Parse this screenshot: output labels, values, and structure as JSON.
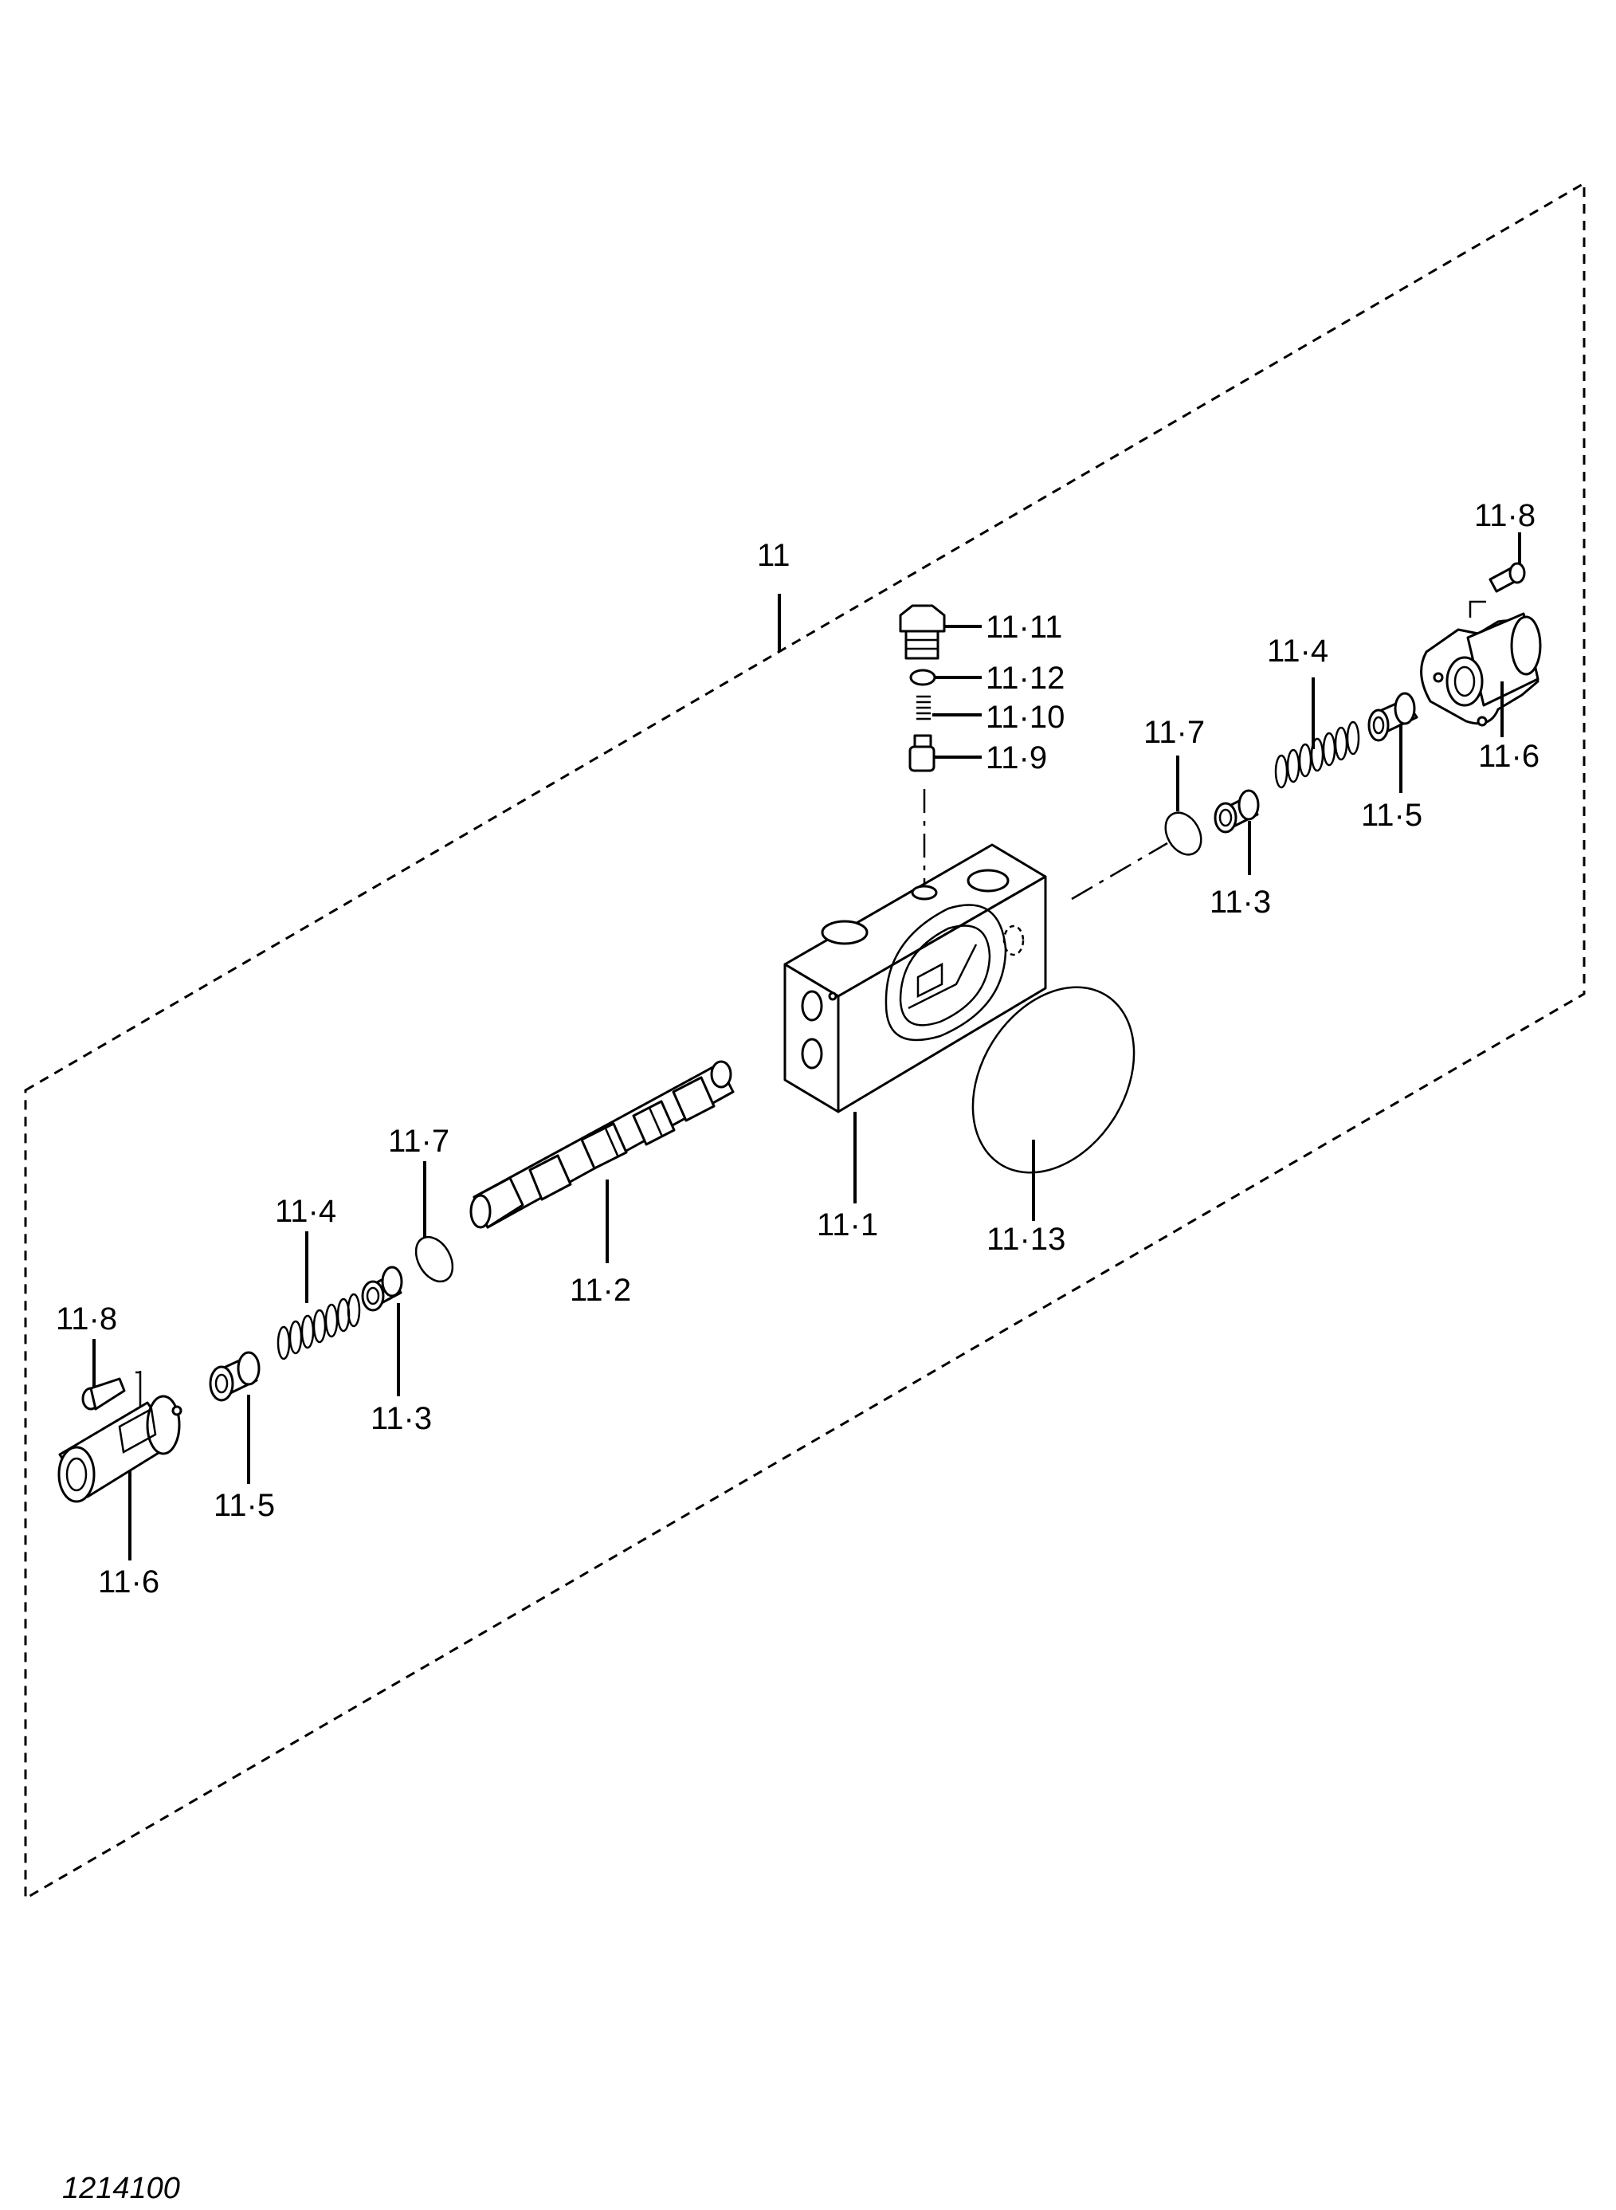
{
  "figure_id": "1214100",
  "labels": {
    "assembly": "11",
    "body": "11·1",
    "spool": "11·2",
    "plug_11_11": "11·11",
    "oring_11_12": "11·12",
    "spring_11_10": "11·10",
    "poppet_11_9": "11·9",
    "right_screw": "11·8",
    "right_spring": "11·4",
    "right_oring": "11·7",
    "right_cap": "11·6",
    "right_retainer": "11·5",
    "right_seat": "11·3",
    "large_oring": "11·13",
    "left_oring": "11·7",
    "left_spring": "11·4",
    "left_seat": "11·3",
    "left_screw": "11·8",
    "left_retainer": "11·5",
    "left_cap": "11·6"
  }
}
